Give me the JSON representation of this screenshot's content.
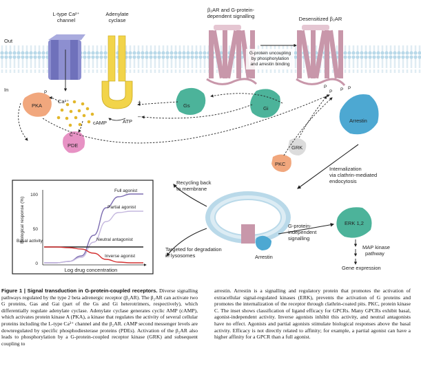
{
  "membrane": {
    "out_label": "Out",
    "in_label": "In"
  },
  "labels": {
    "l_type_channel": [
      "L-type Ca²⁺",
      "channel"
    ],
    "adenylate_cyclase": [
      "Adenylate",
      "cyclase"
    ],
    "b2ar_signalling": [
      "β₂AR and G-protein-",
      "dependent signalling"
    ],
    "desensitized": "Desensitized β₂AR",
    "uncoupling": [
      "G-protein uncoupling",
      "by phosphorylation",
      "and arrestin binding"
    ],
    "pka": "PKA",
    "ca2": "Ca²⁺",
    "camp": "cAMP",
    "atp": "ATP",
    "pde": "PDE",
    "gs": "Gs",
    "gi": "Gi",
    "arrestin": "Arrestin",
    "grk": "GRK",
    "pkc": "PKC",
    "internalization": [
      "Internalization",
      "via clathrin-mediated",
      "endocytosis"
    ],
    "recycling": [
      "Recycling back",
      "to membrane"
    ],
    "degradation": [
      "Targeted for degradation",
      "in lysosomes"
    ],
    "arrestin_vesicle": "Arrestin",
    "g_independent": [
      "G-protein-",
      "independent",
      "signalling"
    ],
    "erk": "ERK 1,2",
    "map_kinase": [
      "MAP kinase",
      "pathway"
    ],
    "gene_expression": "Gene expression",
    "p": "P"
  },
  "chart_data": {
    "type": "line",
    "ylabel": "Biological response (%)",
    "xlabel": "Log drug concentration",
    "yticks": [
      "100",
      "50",
      "0"
    ],
    "ylim": [
      0,
      100
    ],
    "series": [
      {
        "name": "Full agonist",
        "color": "#7b6bb0",
        "values": [
          0,
          0,
          2,
          10,
          40,
          80,
          96,
          100,
          100
        ]
      },
      {
        "name": "Partial agonist",
        "color": "#c4b7de",
        "values": [
          0,
          0,
          2,
          8,
          30,
          60,
          73,
          75,
          75
        ]
      },
      {
        "name": "Neutral antagonist",
        "color": "#222222",
        "values": [
          23,
          23,
          23,
          23,
          23,
          23,
          23,
          23,
          23
        ]
      },
      {
        "name": "Inverse agonist",
        "color": "#d33030",
        "values": [
          23,
          23,
          22,
          20,
          14,
          5,
          1,
          0,
          0
        ]
      }
    ],
    "annotations": {
      "basal": "Basal activity"
    }
  },
  "caption": {
    "title": "Figure 1 | Signal transduction in G-protein-coupled receptors.",
    "left": "Diverse signalling pathways regulated by the type 2 beta adrenergic receptor (β₂AR). The β₂AR can activate two G proteins, Gas and Gai (part of the Gs and Gi heterotrimers, respectively), which differentially regulate adenylate cyclase. Adenylate cyclase generates cyclic AMP (cAMP), which activates protein kinase A (PKA), a kinase that regulates the activity of several cellular proteins including the L-type Ca²⁺ channel and the β₂AR. cAMP second messenger levels are downregulated by specific phosphodiesterase proteins (PDEs). Activation of the β₂AR also leads to phosphorylation by a G-protein-coupled receptor kinase (GRK) and subsequent coupling to",
    "right": "arrestin. Arrestin is a signalling and regulatory protein that promotes the activation of extracellular signal-regulated kinases (ERK), prevents the activation of G proteins and promotes the internalization of the receptor through clathrin-coated pits. PKC, protein kinase C. The inset shows classification of ligand efficacy for GPCRs. Many GPCRs exhibit basal, agonist-independent activity. Inverse agonists inhibit this activity, and neutral antagonists have no effect. Agonists and partial agonists stimulate biological responses above the basal activity. Efficacy is not directly related to affinity; for example, a partial agonist can have a higher affinity for a GPCR than a full agonist."
  }
}
